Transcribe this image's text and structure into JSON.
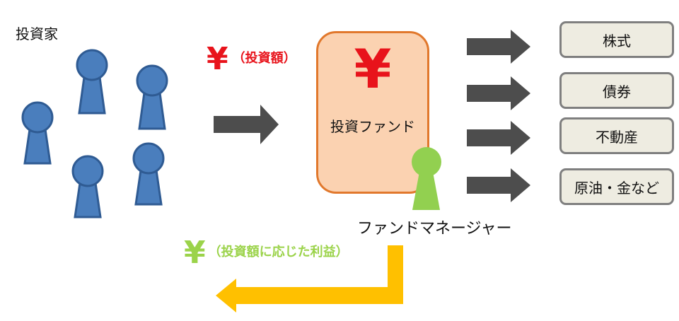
{
  "investor_label": "投資家",
  "investment": {
    "yen": "¥",
    "label": "（投資額）"
  },
  "fund": {
    "yen": "¥",
    "name": "投資ファンド"
  },
  "manager_label": "ファンドマネージャー",
  "assets": [
    "株式",
    "債券",
    "不動産",
    "原油・金など"
  ],
  "returns": {
    "yen": "¥",
    "label": "（投資額に応じた利益）"
  },
  "colors": {
    "investor": "#4a7ebd",
    "investor_outline": "#2f5b93",
    "manager": "#92d050",
    "arrow": "#4d4d4d",
    "return_arrow": "#ffc000",
    "fund_fill": "#fbd2b1",
    "fund_border": "#e1782c",
    "yen_red": "#e8131b",
    "yen_green": "#9bd34a",
    "asset_fill": "#eeece1",
    "asset_border": "#7f7f7f"
  }
}
